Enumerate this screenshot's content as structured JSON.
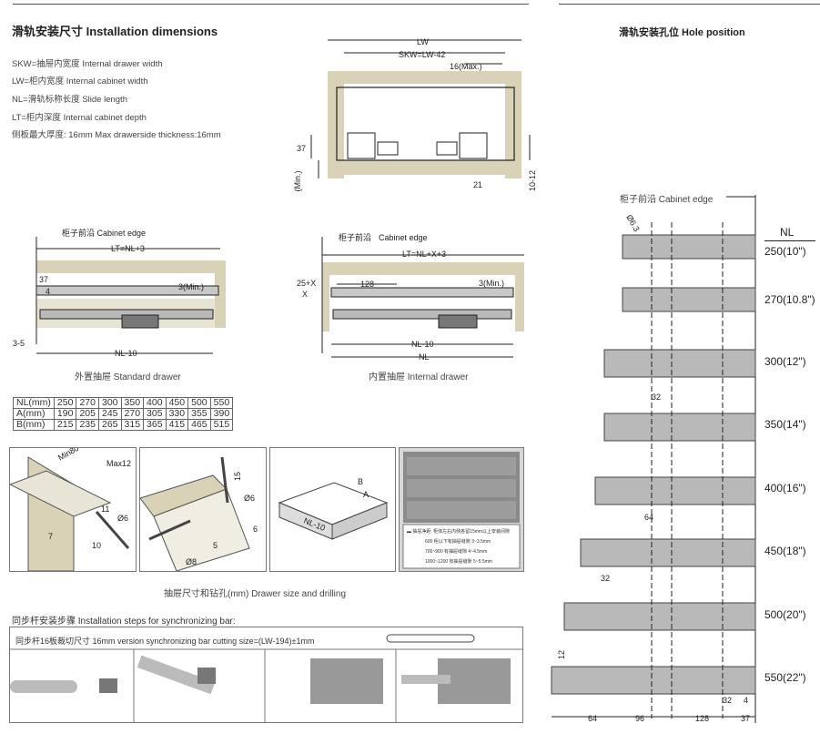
{
  "left_header": {
    "title": "滑轨安装尺寸 Installation dimensions",
    "definitions": [
      "SKW=抽屉内宽度  Internal drawer width",
      "LW=柜内宽度  Internal cabinet width",
      "NL=滑轨标称长度  Slide length",
      "LT=柜内深度  Internal cabinet depth",
      "侧板最大厚度: 16mm   Max drawerside thickness:16mm"
    ]
  },
  "right_header": {
    "title": "滑轨安装孔位 Hole position"
  },
  "top_drawing": {
    "labels": {
      "lw": "LW",
      "skw": "SKW=LW-42",
      "max16": "16(Max.)",
      "h37": "37",
      "min2": "2 (Min.)",
      "d21": "21",
      "d1012": "10-12"
    }
  },
  "standard_drawing": {
    "cabinet_edge": "柜子前沿 Cabinet edge",
    "lt": "LT=NL+3",
    "d37": "37",
    "d4": "4",
    "min3": "3(Min.)",
    "d35": "3-5",
    "nl10": "NL-10",
    "caption": "外置抽屉 Standard drawer"
  },
  "internal_drawing": {
    "cabinet_edge_cn": "柜子前沿",
    "cabinet_edge_en": "Cabinet edge",
    "lt": "LT=NL+X+3",
    "x25": "25+X",
    "x": "X",
    "d128": "128",
    "min3": "3(Min.)",
    "nl10": "NL-10",
    "nl": "NL",
    "caption": "内置抽屉 Internal drawer"
  },
  "nl_table": {
    "rows": [
      [
        "NL(mm)",
        "250",
        "270",
        "300",
        "350",
        "400",
        "450",
        "500",
        "550"
      ],
      [
        "A(mm)",
        "190",
        "205",
        "245",
        "270",
        "305",
        "330",
        "355",
        "390"
      ],
      [
        "B(mm)",
        "215",
        "235",
        "265",
        "315",
        "365",
        "415",
        "465",
        "515"
      ]
    ]
  },
  "drilling": {
    "p1": {
      "min80": "Min80",
      "max12": "Max12",
      "d11": "11",
      "d7": "7",
      "phi6": "Ø6",
      "d10": "10"
    },
    "p2": {
      "d15": "15",
      "phi6": "Ø6",
      "d5": "5",
      "d6": "6",
      "d8": "Ø8"
    },
    "p3": {
      "b": "B",
      "a": "A",
      "nl10": "NL-10"
    },
    "p4": {
      "notes": [
        "▬ 抽屉净距: 柜体左右内侧各留15mm以上安装间隙",
        "600 柜以下有抽屉缝隙 3~3.5mm",
        "700~900 有抽屉缝隙 4~4.5mm",
        "1000~1200 有抽屉缝隙 5~5.5mm"
      ]
    },
    "caption": "抽屉尺寸和钻孔(mm)  Drawer size and drilling"
  },
  "sync": {
    "title": "同步杆安装步骤 Installation steps for synchronizing bar:",
    "cutting_size": "同步杆16板裁切尺寸 16mm version synchronizing bar cutting size=(LW-194)±1mm"
  },
  "hole_position": {
    "nl_header": "NL",
    "cabinet_edge": "柜子前沿  Cabinet edge",
    "phi63": "Ø6.3",
    "sizes": [
      "250(10\")",
      "270(10.8\")",
      "300(12\")",
      "350(14\")",
      "400(16\")",
      "450(18\")",
      "500(20\")",
      "550(22\")"
    ],
    "dims": {
      "d32a": "32",
      "d64": "64",
      "d32b": "32",
      "d12": "12",
      "d32c": "32",
      "d4": "4",
      "b64": "64",
      "b96": "96",
      "b128": "128",
      "b37": "37"
    }
  },
  "colors": {
    "beige": "#d9d2b6",
    "rail": "#b9b9b9",
    "line": "#222222",
    "divider": "#555555"
  }
}
